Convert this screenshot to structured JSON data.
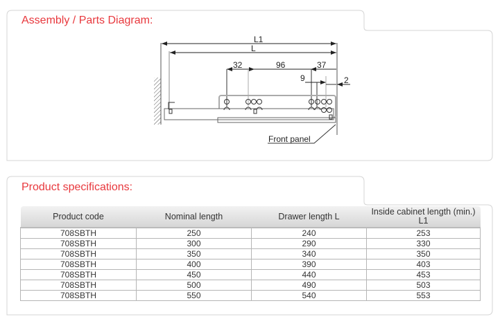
{
  "assembly": {
    "title": "Assembly / Parts Diagram:",
    "labels": {
      "l1": "L1",
      "l": "L",
      "d32": "32",
      "d96": "96",
      "d37": "37",
      "d9": "9",
      "d2": "2",
      "front_panel": "Front panel"
    }
  },
  "specs": {
    "title": "Product specifications:",
    "columns": [
      "Product code",
      "Nominal length",
      "Drawer length L",
      "Inside cabinet length (min.) L1"
    ],
    "rows": [
      [
        "708SBTH",
        "250",
        "240",
        "253"
      ],
      [
        "708SBTH",
        "300",
        "290",
        "330"
      ],
      [
        "708SBTH",
        "350",
        "340",
        "350"
      ],
      [
        "708SBTH",
        "400",
        "390",
        "403"
      ],
      [
        "708SBTH",
        "450",
        "440",
        "453"
      ],
      [
        "708SBTH",
        "500",
        "490",
        "503"
      ],
      [
        "708SBTH",
        "550",
        "540",
        "553"
      ]
    ]
  }
}
